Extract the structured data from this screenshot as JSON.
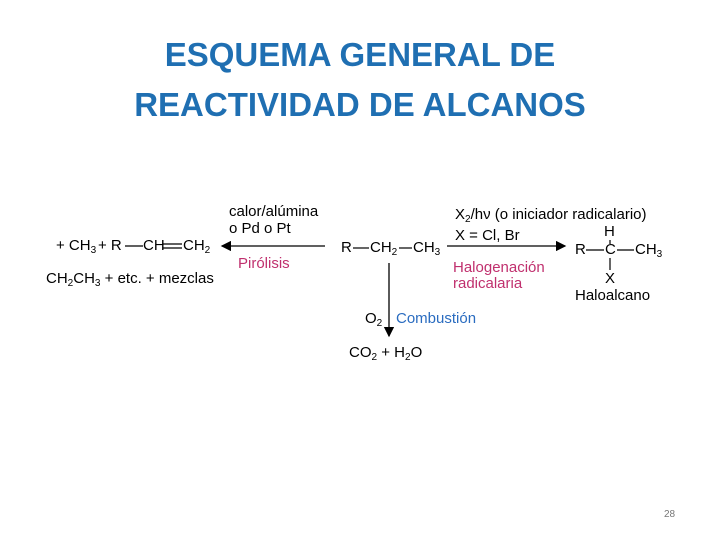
{
  "title": {
    "line1": "ESQUEMA GENERAL DE",
    "line2": "REACTIVIDAD DE ALCANOS"
  },
  "pyrolysis": {
    "conditions_line1": "calor/alúmina",
    "conditions_line2": "o Pd o Pt",
    "label": "Pirólisis",
    "product1_prefix": "+ CH",
    "product1_sub": "3",
    "product1_r": "+ R",
    "product1_ch": "CH",
    "product1_ch2": "CH",
    "product1_ch2_sub": "2",
    "product2_ch": "CH",
    "product2_sub1": "2",
    "product2_ch3": "CH",
    "product2_sub2": "3",
    "product2_rest": "+ etc. + mezclas"
  },
  "alkane": {
    "r": "R",
    "ch2": "CH",
    "ch2_sub": "2",
    "ch3": "CH",
    "ch3_sub": "3"
  },
  "halogenation": {
    "reagent_x": "X",
    "reagent_sub": "2",
    "reagent_rest": "/hν (o iniciador radicalario)",
    "x_def": "X = Cl, Br",
    "label_line1": "Halogenación",
    "label_line2": "radicalaria",
    "product_h": "H",
    "product_r": "R",
    "product_c": "C",
    "product_ch3": "CH",
    "product_ch3_sub": "3",
    "product_x": "X",
    "product_name": "Haloalcano"
  },
  "combustion": {
    "reagent": "O",
    "reagent_sub": "2",
    "label": "Combustión",
    "product_co": "CO",
    "product_co_sub": "2",
    "product_plus": "+ H",
    "product_h_sub": "2",
    "product_o": "O"
  },
  "page_number": "28",
  "colors": {
    "title": "#1f6fb2",
    "reaction_label_red": "#c0306e",
    "reaction_label_blue": "#2a6cc0"
  }
}
